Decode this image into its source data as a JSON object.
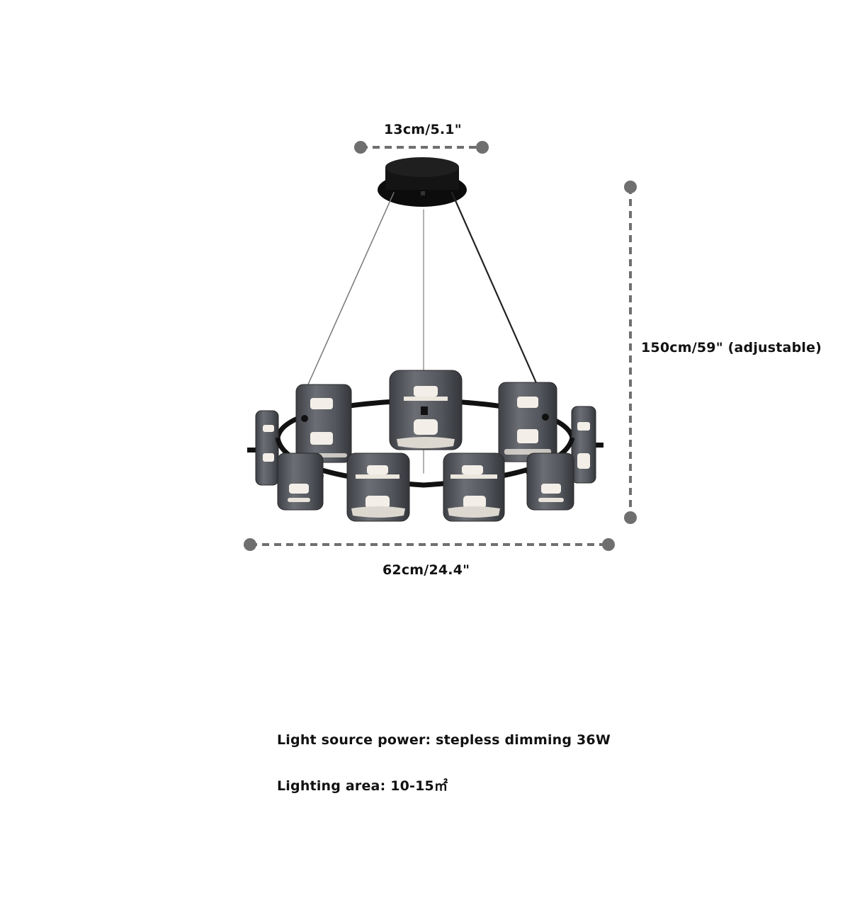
{
  "dimensions": {
    "canopy_width": "13cm/5.1\"",
    "height": "150cm/59\" (adjustable)",
    "diameter": "62cm/24.4\""
  },
  "specs": [
    {
      "text": "Light source power: stepless dimming 36W"
    },
    {
      "text": "Lighting area: 10-15㎡"
    }
  ],
  "colors": {
    "dimension_line": "#6f6f6f",
    "fixture_metal": "#111111",
    "glass_shade": "#5a5d63",
    "light_glow": "#f3efe8",
    "text": "#111111"
  },
  "product": {
    "shade_count": 10,
    "image_semantic": "round-ring-chandelier-with-smoky-glass-shades"
  }
}
